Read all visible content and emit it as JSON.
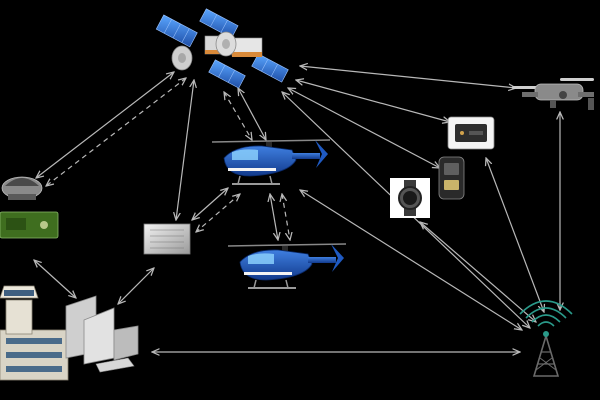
{
  "diagram": {
    "background": "#000000",
    "link_color": "#b8b8b8",
    "nodes": [
      {
        "id": "satellite",
        "icon": "satellite-icon"
      },
      {
        "id": "helicopter-top",
        "icon": "helicopter-icon"
      },
      {
        "id": "helicopter-bottom",
        "icon": "helicopter-icon"
      },
      {
        "id": "drone",
        "icon": "drone-icon"
      },
      {
        "id": "comm-box",
        "icon": "communication-terminal-icon"
      },
      {
        "id": "handheld",
        "icon": "handheld-radio-icon"
      },
      {
        "id": "smartwatch",
        "icon": "smartwatch-icon"
      },
      {
        "id": "dome-antenna",
        "icon": "dome-antenna-icon"
      },
      {
        "id": "green-unit",
        "icon": "green-terminal-icon"
      },
      {
        "id": "server-rack",
        "icon": "rack-server-icon"
      },
      {
        "id": "control-tower",
        "icon": "control-tower-icon"
      },
      {
        "id": "computers",
        "icon": "computer-terminals-icon"
      },
      {
        "id": "cell-tower",
        "icon": "cell-tower-icon"
      }
    ],
    "links": [
      {
        "from": "satellite",
        "to": "dome-antenna",
        "style": "solid"
      },
      {
        "from": "satellite",
        "to": "dome-antenna",
        "style": "dashed"
      },
      {
        "from": "satellite",
        "to": "server-rack",
        "style": "solid"
      },
      {
        "from": "satellite",
        "to": "helicopter-top",
        "style": "solid"
      },
      {
        "from": "satellite",
        "to": "helicopter-top",
        "style": "dashed"
      },
      {
        "from": "satellite",
        "to": "drone",
        "style": "solid"
      },
      {
        "from": "satellite",
        "to": "comm-box",
        "style": "solid"
      },
      {
        "from": "satellite",
        "to": "handheld",
        "style": "solid"
      },
      {
        "from": "satellite",
        "to": "cell-tower",
        "style": "solid"
      },
      {
        "from": "helicopter-top",
        "to": "server-rack",
        "style": "solid"
      },
      {
        "from": "helicopter-top",
        "to": "server-rack",
        "style": "dashed"
      },
      {
        "from": "helicopter-top",
        "to": "helicopter-bottom",
        "style": "solid"
      },
      {
        "from": "helicopter-top",
        "to": "helicopter-bottom",
        "style": "dashed"
      },
      {
        "from": "helicopter-top",
        "to": "cell-tower",
        "style": "solid"
      },
      {
        "from": "drone",
        "to": "cell-tower",
        "style": "solid"
      },
      {
        "from": "comm-box",
        "to": "cell-tower",
        "style": "solid"
      },
      {
        "from": "smartwatch",
        "to": "cell-tower",
        "style": "solid"
      },
      {
        "from": "control-tower",
        "to": "computers",
        "style": "solid"
      },
      {
        "from": "server-rack",
        "to": "computers",
        "style": "solid"
      },
      {
        "from": "computers",
        "to": "cell-tower",
        "style": "solid"
      }
    ]
  }
}
